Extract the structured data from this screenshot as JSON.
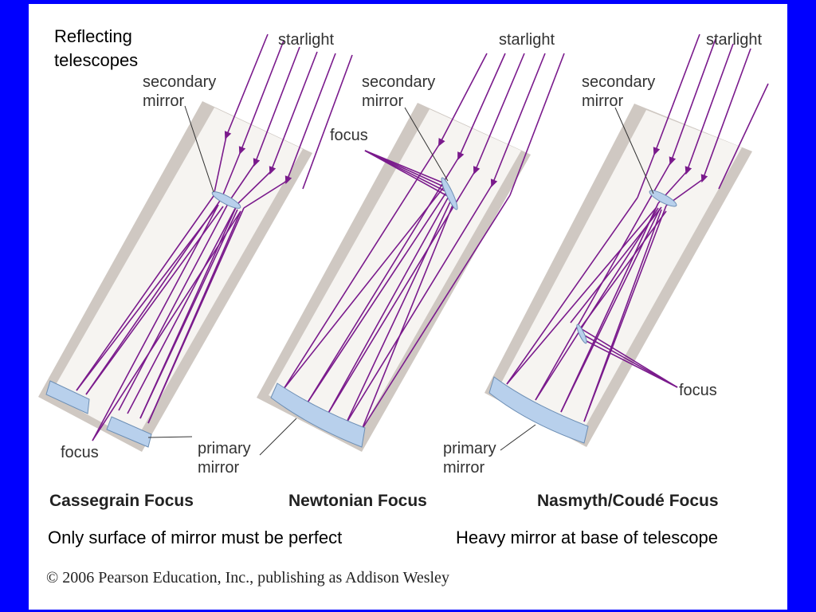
{
  "title_line1": "Reflecting",
  "title_line2": "telescopes",
  "labels": {
    "starlight": "starlight",
    "secondary_line1": "secondary",
    "secondary_line2": "mirror",
    "focus": "focus",
    "primary_line1": "primary",
    "primary_line2": "mirror"
  },
  "panels": [
    {
      "heading": "Cassegrain Focus"
    },
    {
      "heading": "Newtonian Focus"
    },
    {
      "heading": "Nasmyth/Coudé Focus"
    }
  ],
  "captions": {
    "left": "Only surface of mirror must be perfect",
    "right": "Heavy mirror at base of telescope"
  },
  "copyright": "© 2006 Pearson Education, Inc., publishing as Addison Wesley",
  "colors": {
    "frame": "#0000ff",
    "tube": "#cfc8c2",
    "tube_interior": "#f6f4f1",
    "mirror": "#b8d0ec",
    "light_ray": "#7a1a8c"
  }
}
